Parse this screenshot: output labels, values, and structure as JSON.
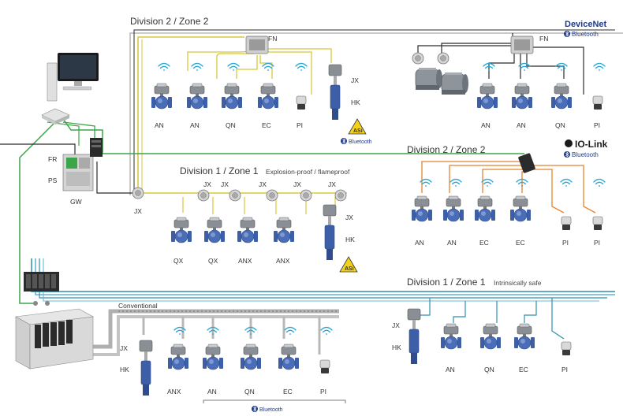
{
  "zones": {
    "div2_top": "Division 2 / Zone 2",
    "div2_right": "Division 2 / Zone 2",
    "div1_mid": "Division 1 / Zone 1",
    "div1_mid_sub": "Explosion-proof / flameproof",
    "div1_bottom": "Division 1 / Zone 1",
    "div1_bottom_sub": "Intrinsically safe",
    "conventional": "Conventional"
  },
  "brands": {
    "devicenet": "DeviceNet",
    "bluetooth": "Bluetooth",
    "iolink": "IO-Link",
    "asi": "ASi"
  },
  "control": {
    "fr": "FR",
    "ps": "PS",
    "gw": "GW",
    "jx": "JX"
  },
  "group_top_left": {
    "fn": "FN",
    "devices": [
      "AN",
      "AN",
      "QN",
      "EC",
      "PI"
    ],
    "jx": "JX",
    "hk": "HK"
  },
  "group_top_right": {
    "fn": "FN",
    "devices": [
      "AN",
      "AN",
      "QN",
      "PI"
    ]
  },
  "group_mid_left": {
    "jx": [
      "JX",
      "JX",
      "JX",
      "JX",
      "JX"
    ],
    "devices": [
      "QX",
      "QX",
      "ANX",
      "ANX"
    ],
    "jx_right": "JX",
    "hk": "HK"
  },
  "group_mid_right": {
    "devices": [
      "AN",
      "AN",
      "EC",
      "EC",
      "PI",
      "PI"
    ]
  },
  "group_bottom_left": {
    "jx": "JX",
    "hk": "HK",
    "devices": [
      "ANX",
      "AN",
      "QN",
      "EC",
      "PI"
    ]
  },
  "group_bottom_right": {
    "jx": "JX",
    "hk": "HK",
    "devices": [
      "AN",
      "QN",
      "EC",
      "PI"
    ]
  },
  "colors": {
    "green": "#3aa648",
    "yellow": "#d8c83a",
    "orange": "#e5822d",
    "teal": "#2f8fb0",
    "dark": "#2b2b2b",
    "gray": "#9a9a9a",
    "valve_blue": "#3d5fa8"
  }
}
